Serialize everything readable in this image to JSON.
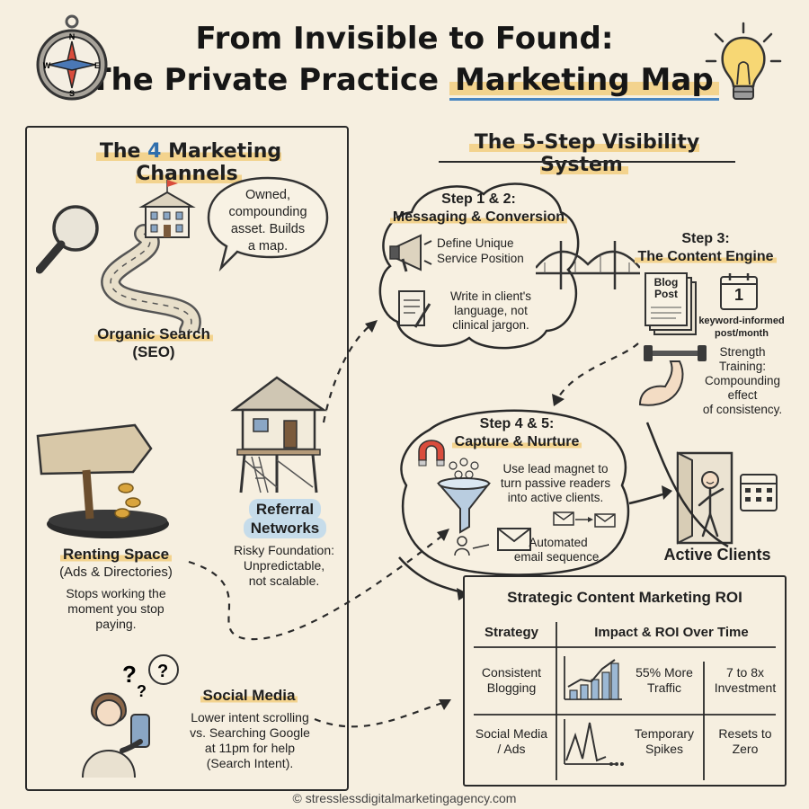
{
  "header": {
    "title_line1": "From Invisible to Found:",
    "title_line2_pre": "The Private Practice ",
    "title_line2_hl": "Marketing Map"
  },
  "channels": {
    "heading_pre": "The ",
    "heading_num": "4",
    "heading_post": " Marketing Channels",
    "seo_bubble": [
      "Owned,",
      "compounding",
      "asset. Builds",
      "a map."
    ],
    "seo_label_1": "Organic Search",
    "seo_label_2": "(SEO)",
    "referral_label_1": "Referral",
    "referral_label_2": "Networks",
    "referral_desc": [
      "Risky Foundation:",
      "Unpredictable,",
      "not scalable."
    ],
    "renting_label_1": "Renting Space",
    "renting_label_2": "(Ads & Directories)",
    "renting_desc": [
      "Stops working the",
      "moment you stop",
      "paying."
    ],
    "social_label": "Social Media",
    "social_desc": [
      "Lower intent scrolling",
      "vs. Searching Google",
      "at 11pm for help",
      "(Search Intent)."
    ]
  },
  "system": {
    "heading": "The 5-Step Visibility System",
    "step12_title_1": "Step 1 & 2:",
    "step12_title_2": "Messaging & Conversion",
    "step12_item1": [
      "Define Unique",
      "Service Position"
    ],
    "step12_item2": [
      "Write in client's",
      "language, not",
      "clinical jargon."
    ],
    "step3_title_1": "Step 3:",
    "step3_title_2": "The Content Engine",
    "blog_post": [
      "Blog",
      "Post"
    ],
    "calendar_num": "1",
    "step3_caption": [
      "keyword-informed",
      "post/month"
    ],
    "strength": [
      "Strength",
      "Training:",
      "Compounding effect",
      "of consistency."
    ],
    "step45_title_1": "Step 4 & 5:",
    "step45_title_2": "Capture & Nurture",
    "step45_item1": [
      "Use lead magnet to",
      "turn passive readers",
      "into active clients."
    ],
    "step45_item2": [
      "Automated",
      "email sequence."
    ],
    "active_clients": "Active Clients"
  },
  "roi": {
    "title": "Strategic Content Marketing ROI",
    "col_strategy": "Strategy",
    "col_impact": "Impact & ROI Over Time",
    "rows": [
      {
        "strategy": [
          "Consistent",
          "Blogging"
        ],
        "impact": [
          "55% More",
          "Traffic"
        ],
        "roi": [
          "7 to 8x",
          "Investment"
        ]
      },
      {
        "strategy": [
          "Social Media",
          "/ Ads"
        ],
        "impact": [
          "Temporary",
          "Spikes"
        ],
        "roi": [
          "Resets to",
          "Zero"
        ]
      }
    ]
  },
  "footer": "© stresslessdigitalmarketingagency.com",
  "colors": {
    "background": "#f6efe0",
    "ink": "#1f1f1f",
    "highlight": "#f3d38e",
    "blue_highlight": "#c6dcea",
    "accent_blue": "#3a7ab8"
  }
}
